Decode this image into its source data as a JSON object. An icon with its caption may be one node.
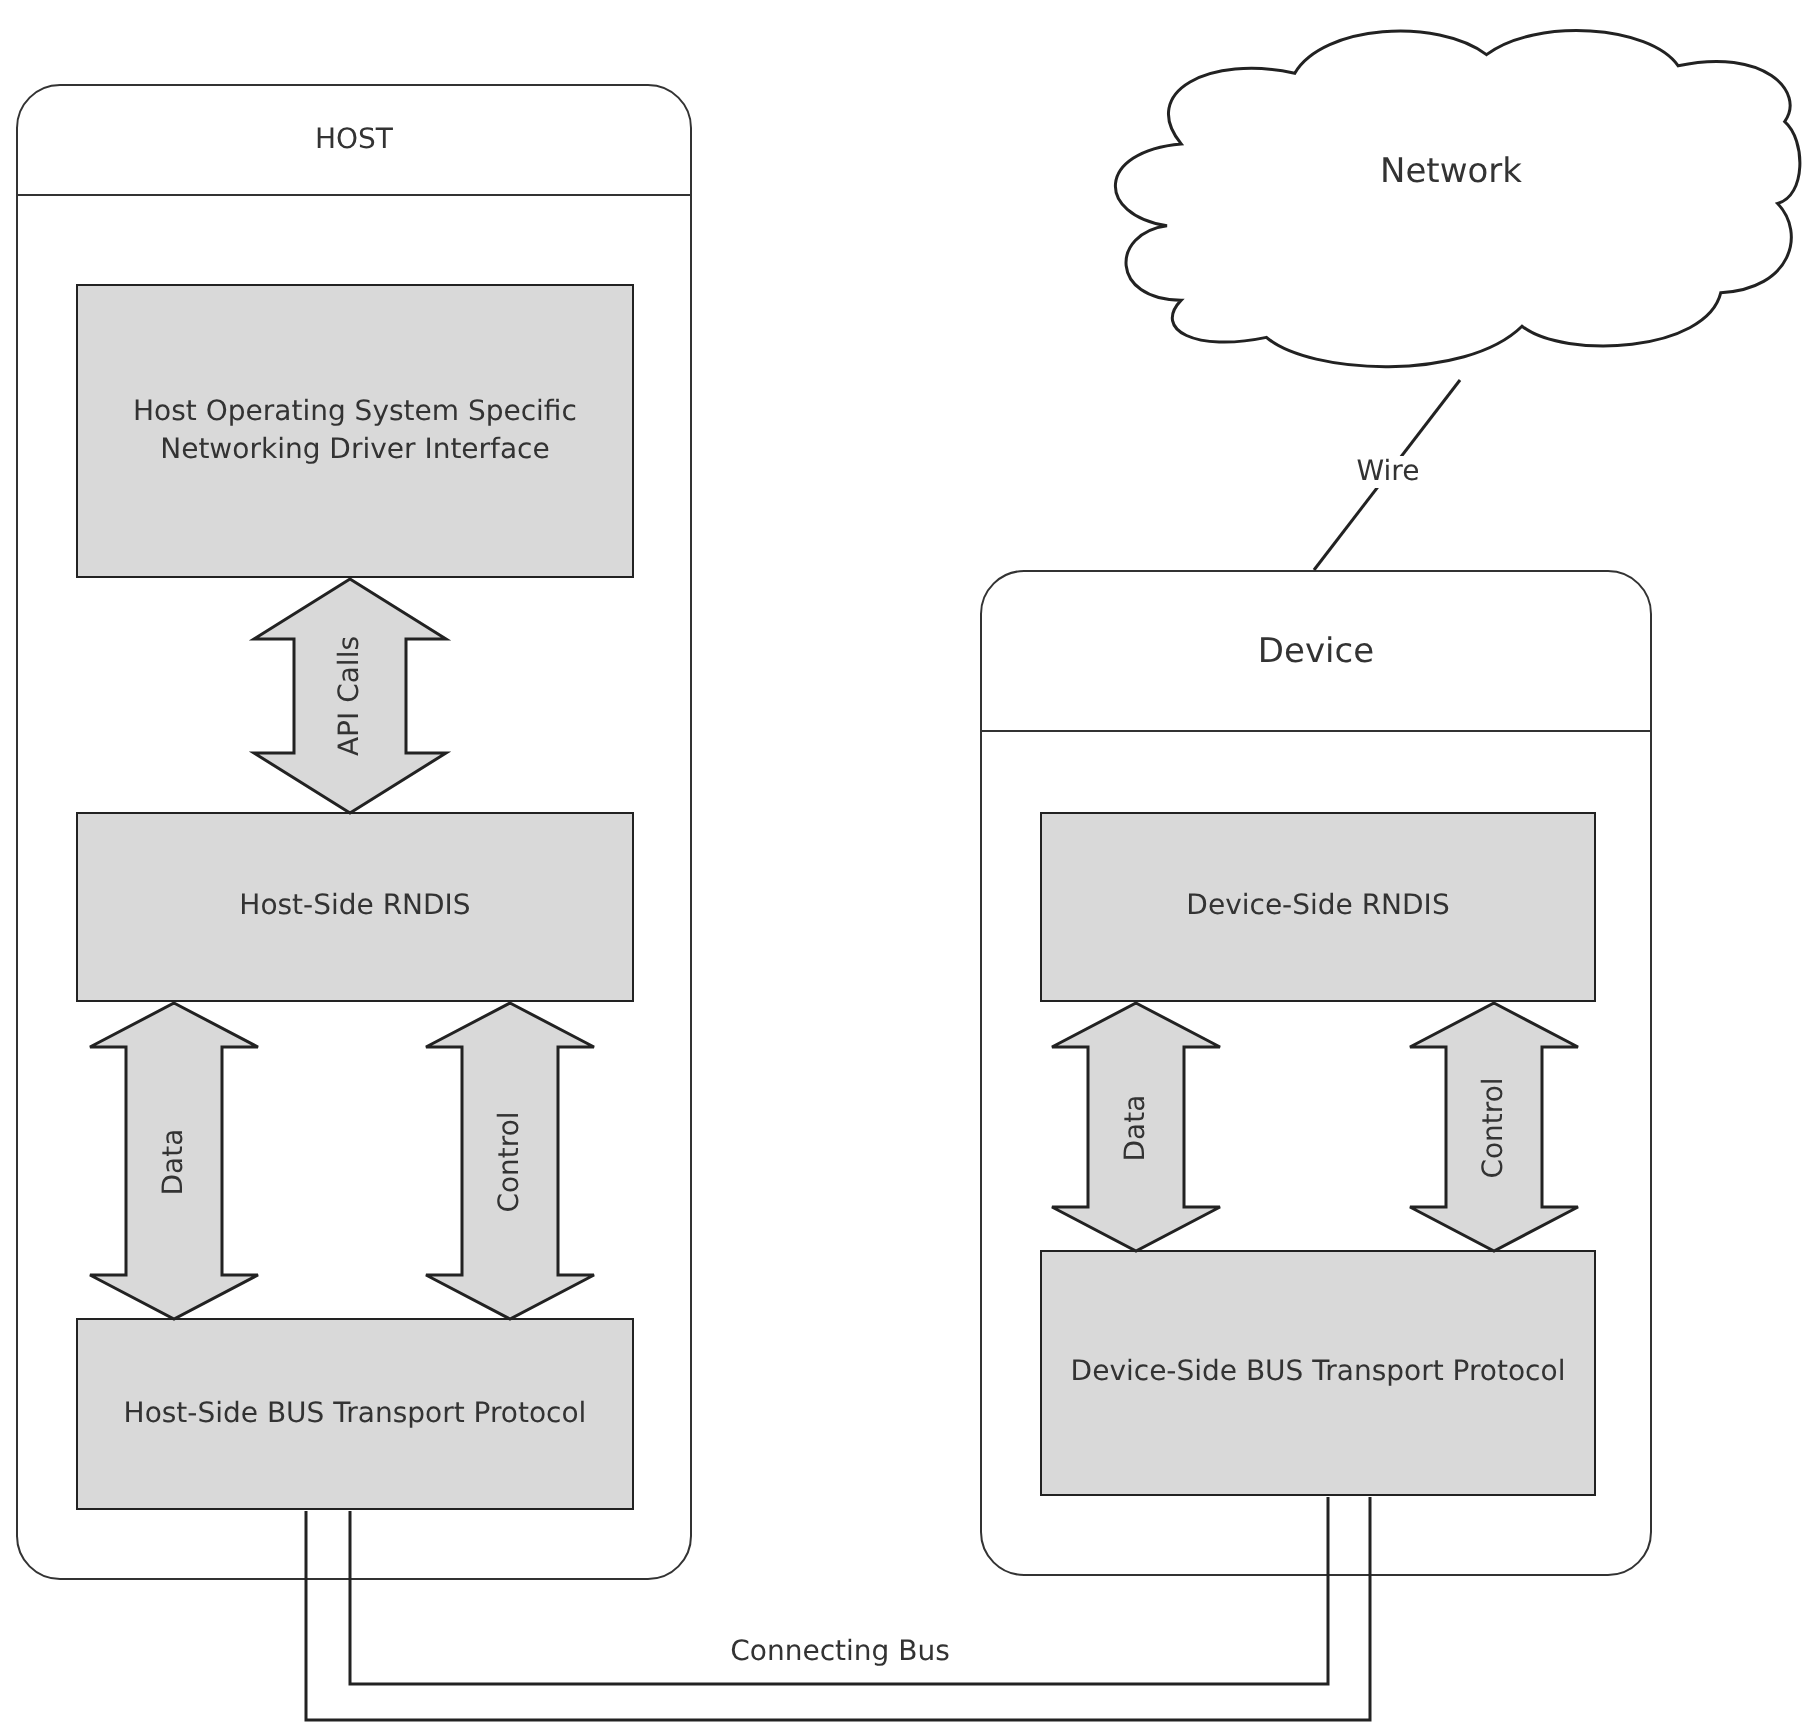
{
  "diagram": {
    "nodes": [
      {
        "text": [
          "HOST"
        ]
      },
      {
        "text": [
          "Host Operating System Specific Networking Driver Interface"
        ],
        "in": 0
      },
      {
        "text": [
          "Host-Side RNDIS"
        ],
        "in": 0
      },
      {
        "text": [
          "Host-Side BUS Transport Protocol"
        ],
        "in": 0
      },
      {
        "text": [
          "Network"
        ]
      },
      {
        "text": [
          "Device"
        ]
      },
      {
        "text": [
          "Device-Side RNDIS"
        ],
        "in": 5
      },
      {
        "text": [
          "Device-Side BUS Transport Protocol"
        ],
        "in": 5
      }
    ],
    "edges": [
      {
        "from": 1,
        "to": 2,
        "arrow": "both",
        "label": "API Calls",
        "style": "thick"
      },
      {
        "from": 2,
        "to": 3,
        "arrow": "both",
        "label": "Data",
        "style": "thick"
      },
      {
        "from": 2,
        "to": 3,
        "arrow": "both",
        "label": "Control",
        "style": "thick"
      },
      {
        "from": 4,
        "to": 5,
        "arrow": "none",
        "label": "Wire"
      },
      {
        "from": 6,
        "to": 7,
        "arrow": "both",
        "label": "Data",
        "style": "thick"
      },
      {
        "from": 6,
        "to": 7,
        "arrow": "both",
        "label": "Control",
        "style": "thick"
      },
      {
        "from": 3,
        "to": 7,
        "arrow": "none",
        "label": "Connecting Bus"
      },
      {
        "from": 3,
        "to": 7,
        "arrow": "none"
      }
    ]
  }
}
